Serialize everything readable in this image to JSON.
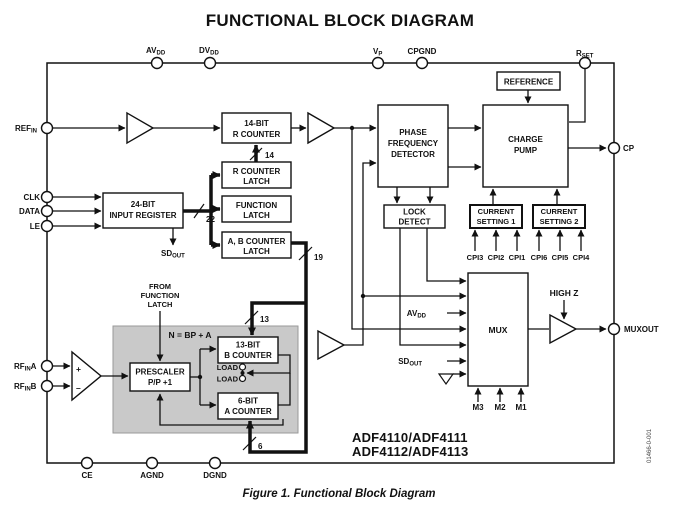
{
  "title": "FUNCTIONAL BLOCK DIAGRAM",
  "caption": "Figure 1. Functional Block Diagram",
  "side_code": "01466-0-001",
  "part_numbers": {
    "line1": "ADF4110/ADF4111",
    "line2": "ADF4112/ADF4113"
  },
  "pins": {
    "avdd": {
      "base": "AV",
      "sub": "DD"
    },
    "dvdd": {
      "base": "DV",
      "sub": "DD"
    },
    "vp": {
      "base": "V",
      "sub": "P"
    },
    "cpgnd": "CPGND",
    "rset": {
      "base": "R",
      "sub": "SET"
    },
    "refin": {
      "base": "REF",
      "sub": "IN"
    },
    "clk": "CLK",
    "data": "DATA",
    "le": "LE",
    "rfina": {
      "base": "RF",
      "sub": "IN",
      "post": "A"
    },
    "rfinb": {
      "base": "RF",
      "sub": "IN",
      "post": "B"
    },
    "ce": "CE",
    "agnd": "AGND",
    "dgnd": "DGND",
    "cp": "CP",
    "muxout": "MUXOUT"
  },
  "blocks": {
    "r_counter": {
      "l1": "14-BIT",
      "l2": "R COUNTER"
    },
    "r_latch": {
      "l1": "R COUNTER",
      "l2": "LATCH"
    },
    "func_latch": {
      "l1": "FUNCTION",
      "l2": "LATCH"
    },
    "ab_latch": {
      "l1": "A, B COUNTER",
      "l2": "LATCH"
    },
    "input_reg": {
      "l1": "24-BIT",
      "l2": "INPUT REGISTER"
    },
    "pfd": {
      "l1": "PHASE",
      "l2": "FREQUENCY",
      "l3": "DETECTOR"
    },
    "charge_pump": {
      "l1": "CHARGE",
      "l2": "PUMP"
    },
    "reference": "REFERENCE",
    "lock_detect": {
      "l1": "LOCK",
      "l2": "DETECT"
    },
    "cs1": {
      "l1": "CURRENT",
      "l2": "SETTING 1"
    },
    "cs2": {
      "l1": "CURRENT",
      "l2": "SETTING 2"
    },
    "mux": "MUX",
    "prescaler": {
      "l1": "PRESCALER",
      "l2": "P/P +1"
    },
    "b_counter": {
      "l1": "13-BIT",
      "l2": "B COUNTER"
    },
    "a_counter": {
      "l1": "6-BIT",
      "l2": "A COUNTER"
    }
  },
  "bus_widths": {
    "w14": "14",
    "w22": "22",
    "w19": "19",
    "w13": "13",
    "w6": "6"
  },
  "signals": {
    "sdout": {
      "base": "SD",
      "sub": "OUT"
    },
    "from_function_latch": [
      "FROM",
      "FUNCTION",
      "LATCH"
    ],
    "n_formula": "N = BP + A",
    "load1": "LOAD",
    "load2": "LOAD",
    "high_z": "HIGH Z",
    "mux_avdd": {
      "base": "AV",
      "sub": "DD"
    },
    "mux_sdout": {
      "base": "SD",
      "sub": "OUT"
    },
    "m": [
      "M3",
      "M2",
      "M1"
    ],
    "cpi_a": [
      "CPI3",
      "CPI2",
      "CPI1"
    ],
    "cpi_b": [
      "CPI6",
      "CPI5",
      "CPI4"
    ],
    "amp_plus": "+",
    "amp_minus": "–"
  },
  "colors": {
    "ink": "#111111",
    "gray_box": "#c9c9c9"
  }
}
